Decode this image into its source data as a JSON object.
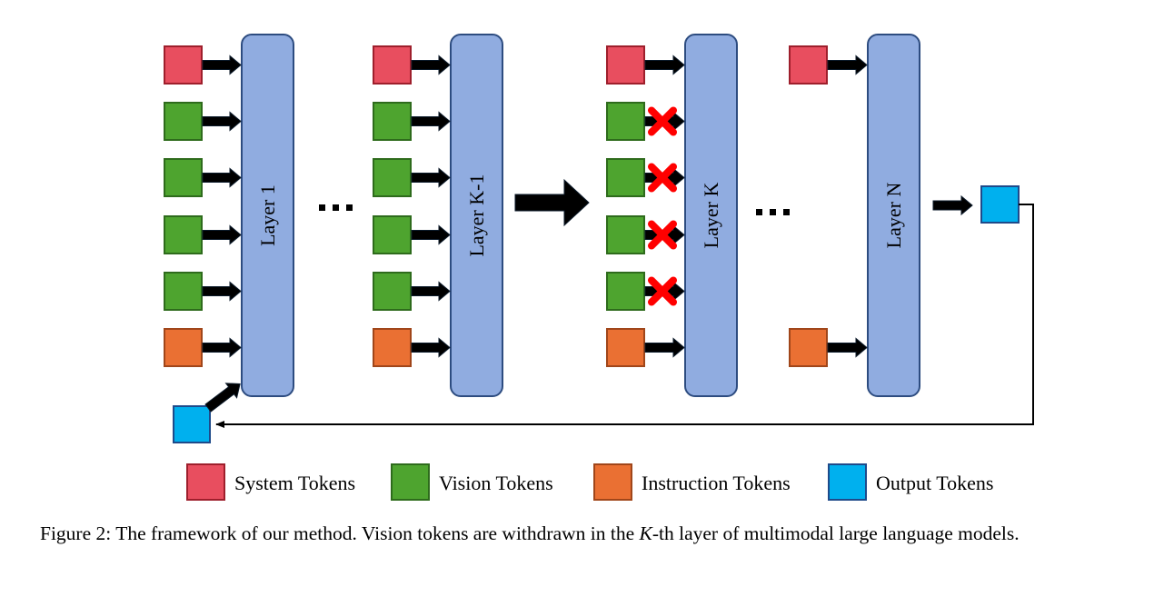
{
  "figure": {
    "layers": [
      {
        "label": "Layer 1",
        "tokens": [
          "system",
          "vision",
          "vision",
          "vision",
          "vision",
          "instruction"
        ],
        "withdrawn": [
          false,
          false,
          false,
          false,
          false,
          false
        ]
      },
      {
        "label": "Layer K-1",
        "tokens": [
          "system",
          "vision",
          "vision",
          "vision",
          "vision",
          "instruction"
        ],
        "withdrawn": [
          false,
          false,
          false,
          false,
          false,
          false
        ]
      },
      {
        "label": "Layer K",
        "tokens": [
          "system",
          "vision",
          "vision",
          "vision",
          "vision",
          "instruction"
        ],
        "withdrawn": [
          false,
          true,
          true,
          true,
          true,
          false
        ]
      },
      {
        "label": "Layer N",
        "tokens": [
          "system",
          null,
          null,
          null,
          null,
          "instruction"
        ],
        "withdrawn": [
          false,
          false,
          false,
          false,
          false,
          false
        ]
      }
    ],
    "ellipsis": "...",
    "colors": {
      "system": {
        "fill": "#E84E5F",
        "stroke": "#9E1F2C"
      },
      "vision": {
        "fill": "#4EA42F",
        "stroke": "#2E6B1C"
      },
      "instruction": {
        "fill": "#EA7033",
        "stroke": "#A0461A"
      },
      "output": {
        "fill": "#00B0EE",
        "stroke": "#1F4A8A"
      },
      "layer": {
        "fill": "#90ACE0",
        "stroke": "#2D4C80"
      },
      "withdrawn_mark": "#FF0000"
    },
    "legend": [
      {
        "key": "system",
        "label": "System Tokens"
      },
      {
        "key": "vision",
        "label": "Vision Tokens"
      },
      {
        "key": "instruction",
        "label": "Instruction Tokens"
      },
      {
        "key": "output",
        "label": "Output Tokens"
      }
    ]
  },
  "caption": {
    "prefix": "Figure 2: The framework of our method. Vision tokens are withdrawn in the ",
    "italic": "K",
    "suffix": "-th layer of multimodal large language models."
  }
}
